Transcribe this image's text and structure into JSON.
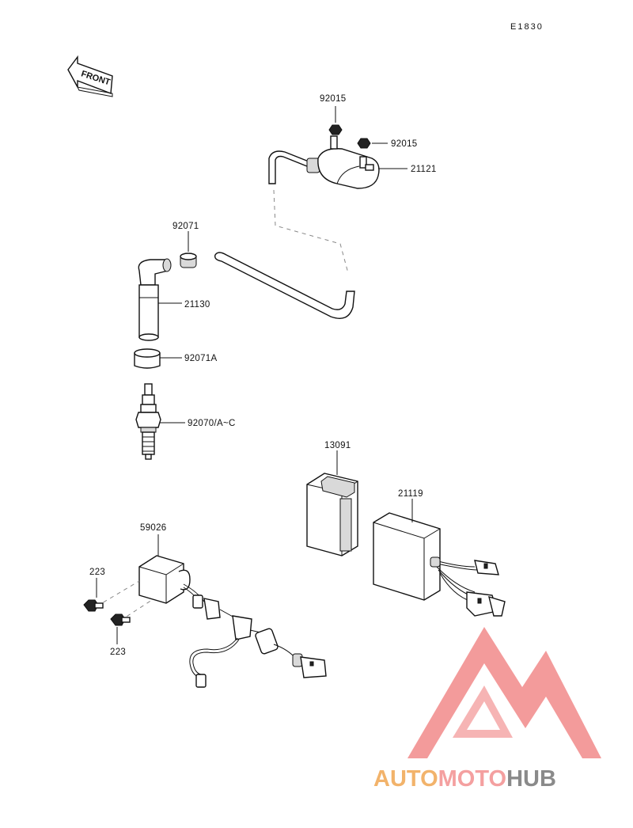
{
  "diagram": {
    "code": "E1830",
    "front_label": "FRONT",
    "parts": {
      "p92015_top": "92015",
      "p92015_right": "92015",
      "p21121": "21121",
      "p92071": "92071",
      "p21130": "21130",
      "p92071A": "92071A",
      "p92070": "92070/A~C",
      "p13091": "13091",
      "p21119": "21119",
      "p59026": "59026",
      "p223_top": "223",
      "p223_bottom": "223"
    }
  },
  "watermark": {
    "brand_part1": "AUTO",
    "brand_part2": "MOTO",
    "brand_part3": "HUB",
    "color1": "#f2b36b",
    "color2": "#f4a0a0",
    "color3": "#8a8a8a"
  }
}
